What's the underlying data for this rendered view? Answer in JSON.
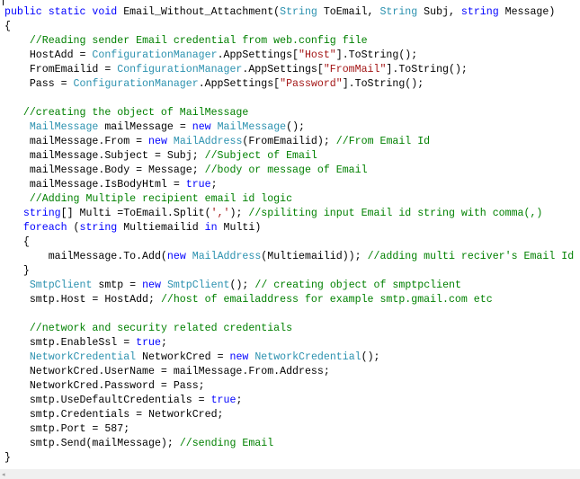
{
  "colors": {
    "keyword": "#0000ff",
    "type": "#2b91af",
    "string": "#a31515",
    "comment": "#008000",
    "plain": "#000000"
  },
  "code_lines": [
    [
      [
        "public static void",
        "k"
      ],
      [
        " Email_Without_Attachment(",
        "p"
      ],
      [
        "String",
        "t"
      ],
      [
        " ToEmail, ",
        "p"
      ],
      [
        "String",
        "t"
      ],
      [
        " Subj, ",
        "p"
      ],
      [
        "string",
        "k"
      ],
      [
        " Message)",
        "p"
      ]
    ],
    [
      [
        "{",
        "p"
      ]
    ],
    [
      [
        "    ",
        "p"
      ],
      [
        "//Reading sender Email credential from web.config file",
        "c"
      ]
    ],
    [
      [
        "    HostAdd = ",
        "p"
      ],
      [
        "ConfigurationManager",
        "t"
      ],
      [
        ".AppSettings[",
        "p"
      ],
      [
        "\"Host\"",
        "s"
      ],
      [
        "].ToString();",
        "p"
      ]
    ],
    [
      [
        "    FromEmailid = ",
        "p"
      ],
      [
        "ConfigurationManager",
        "t"
      ],
      [
        ".AppSettings[",
        "p"
      ],
      [
        "\"FromMail\"",
        "s"
      ],
      [
        "].ToString();",
        "p"
      ]
    ],
    [
      [
        "    Pass = ",
        "p"
      ],
      [
        "ConfigurationManager",
        "t"
      ],
      [
        ".AppSettings[",
        "p"
      ],
      [
        "\"Password\"",
        "s"
      ],
      [
        "].ToString();",
        "p"
      ]
    ],
    [],
    [
      [
        "   ",
        "p"
      ],
      [
        "//creating the object of MailMessage",
        "c"
      ]
    ],
    [
      [
        "    ",
        "p"
      ],
      [
        "MailMessage",
        "t"
      ],
      [
        " mailMessage = ",
        "p"
      ],
      [
        "new",
        "k"
      ],
      [
        " ",
        "p"
      ],
      [
        "MailMessage",
        "t"
      ],
      [
        "();",
        "p"
      ]
    ],
    [
      [
        "    mailMessage.From = ",
        "p"
      ],
      [
        "new",
        "k"
      ],
      [
        " ",
        "p"
      ],
      [
        "MailAddress",
        "t"
      ],
      [
        "(FromEmailid); ",
        "p"
      ],
      [
        "//From Email Id",
        "c"
      ]
    ],
    [
      [
        "    mailMessage.Subject = Subj; ",
        "p"
      ],
      [
        "//Subject of Email",
        "c"
      ]
    ],
    [
      [
        "    mailMessage.Body = Message; ",
        "p"
      ],
      [
        "//body or message of Email",
        "c"
      ]
    ],
    [
      [
        "    mailMessage.IsBodyHtml = ",
        "p"
      ],
      [
        "true",
        "k"
      ],
      [
        ";",
        "p"
      ]
    ],
    [
      [
        "    ",
        "p"
      ],
      [
        "//Adding Multiple recipient email id logic",
        "c"
      ]
    ],
    [
      [
        "   ",
        "p"
      ],
      [
        "string",
        "k"
      ],
      [
        "[] Multi =ToEmail.Split(",
        "p"
      ],
      [
        "','",
        "s"
      ],
      [
        "); ",
        "p"
      ],
      [
        "//spiliting input Email id string with comma(,)",
        "c"
      ]
    ],
    [
      [
        "   ",
        "p"
      ],
      [
        "foreach",
        "k"
      ],
      [
        " (",
        "p"
      ],
      [
        "string",
        "k"
      ],
      [
        " Multiemailid ",
        "p"
      ],
      [
        "in",
        "k"
      ],
      [
        " Multi)",
        "p"
      ]
    ],
    [
      [
        "   {",
        "p"
      ]
    ],
    [
      [
        "       mailMessage.To.Add(",
        "p"
      ],
      [
        "new",
        "k"
      ],
      [
        " ",
        "p"
      ],
      [
        "MailAddress",
        "t"
      ],
      [
        "(Multiemailid)); ",
        "p"
      ],
      [
        "//adding multi reciver's Email Id",
        "c"
      ]
    ],
    [
      [
        "   }",
        "p"
      ]
    ],
    [
      [
        "    ",
        "p"
      ],
      [
        "SmtpClient",
        "t"
      ],
      [
        " smtp = ",
        "p"
      ],
      [
        "new",
        "k"
      ],
      [
        " ",
        "p"
      ],
      [
        "SmtpClient",
        "t"
      ],
      [
        "(); ",
        "p"
      ],
      [
        "// creating object of smptpclient",
        "c"
      ]
    ],
    [
      [
        "    smtp.Host = HostAdd; ",
        "p"
      ],
      [
        "//host of emailaddress for example smtp.gmail.com etc",
        "c"
      ]
    ],
    [],
    [
      [
        "    ",
        "p"
      ],
      [
        "//network and security related credentials",
        "c"
      ]
    ],
    [
      [
        "    smtp.EnableSsl = ",
        "p"
      ],
      [
        "true",
        "k"
      ],
      [
        ";",
        "p"
      ]
    ],
    [
      [
        "    ",
        "p"
      ],
      [
        "NetworkCredential",
        "t"
      ],
      [
        " NetworkCred = ",
        "p"
      ],
      [
        "new",
        "k"
      ],
      [
        " ",
        "p"
      ],
      [
        "NetworkCredential",
        "t"
      ],
      [
        "();",
        "p"
      ]
    ],
    [
      [
        "    NetworkCred.UserName = mailMessage.From.Address;",
        "p"
      ]
    ],
    [
      [
        "    NetworkCred.Password = Pass;",
        "p"
      ]
    ],
    [
      [
        "    smtp.UseDefaultCredentials = ",
        "p"
      ],
      [
        "true",
        "k"
      ],
      [
        ";",
        "p"
      ]
    ],
    [
      [
        "    smtp.Credentials = NetworkCred;",
        "p"
      ]
    ],
    [
      [
        "    smtp.Port = 587;",
        "p"
      ]
    ],
    [
      [
        "    smtp.Send(mailMessage); ",
        "p"
      ],
      [
        "//sending Email",
        "c"
      ]
    ],
    [
      [
        "}",
        "p"
      ]
    ]
  ],
  "scrollbar": {
    "left_arrow": "◂"
  }
}
